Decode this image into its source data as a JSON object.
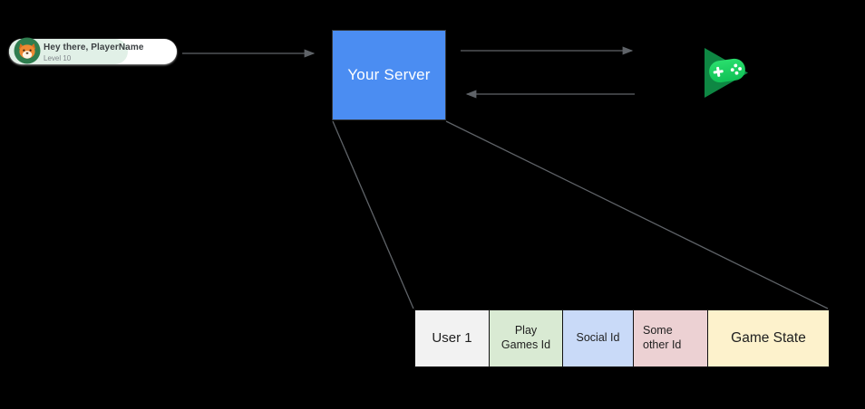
{
  "diagram": {
    "background_color": "#000000",
    "greeting_card": {
      "title": "Hey there, PlayerName",
      "subtitle": "Level 10",
      "avatar": "fox-player-avatar",
      "tint_color": "#e1f0e7"
    },
    "server_box": {
      "label": "Your Server",
      "fill_color": "#4b8df2",
      "text_color": "#ffffff"
    },
    "play_games_icon": {
      "name": "google-play-games-icon",
      "triangle_color": "#0e8743",
      "controller_top_color": "#2ade6d",
      "controller_bottom_color": "#10c156"
    },
    "connector_color": "#5f6368",
    "table": {
      "cells": [
        {
          "label": "User 1",
          "color": "#f2f2f2"
        },
        {
          "label": "Play\nGames Id",
          "color": "#d9ead3"
        },
        {
          "label": "Social Id",
          "color": "#c9daf8"
        },
        {
          "label": "Some\nother Id",
          "color": "#ecd1d3"
        },
        {
          "label": "Game State",
          "color": "#fdf2cc"
        }
      ]
    }
  }
}
